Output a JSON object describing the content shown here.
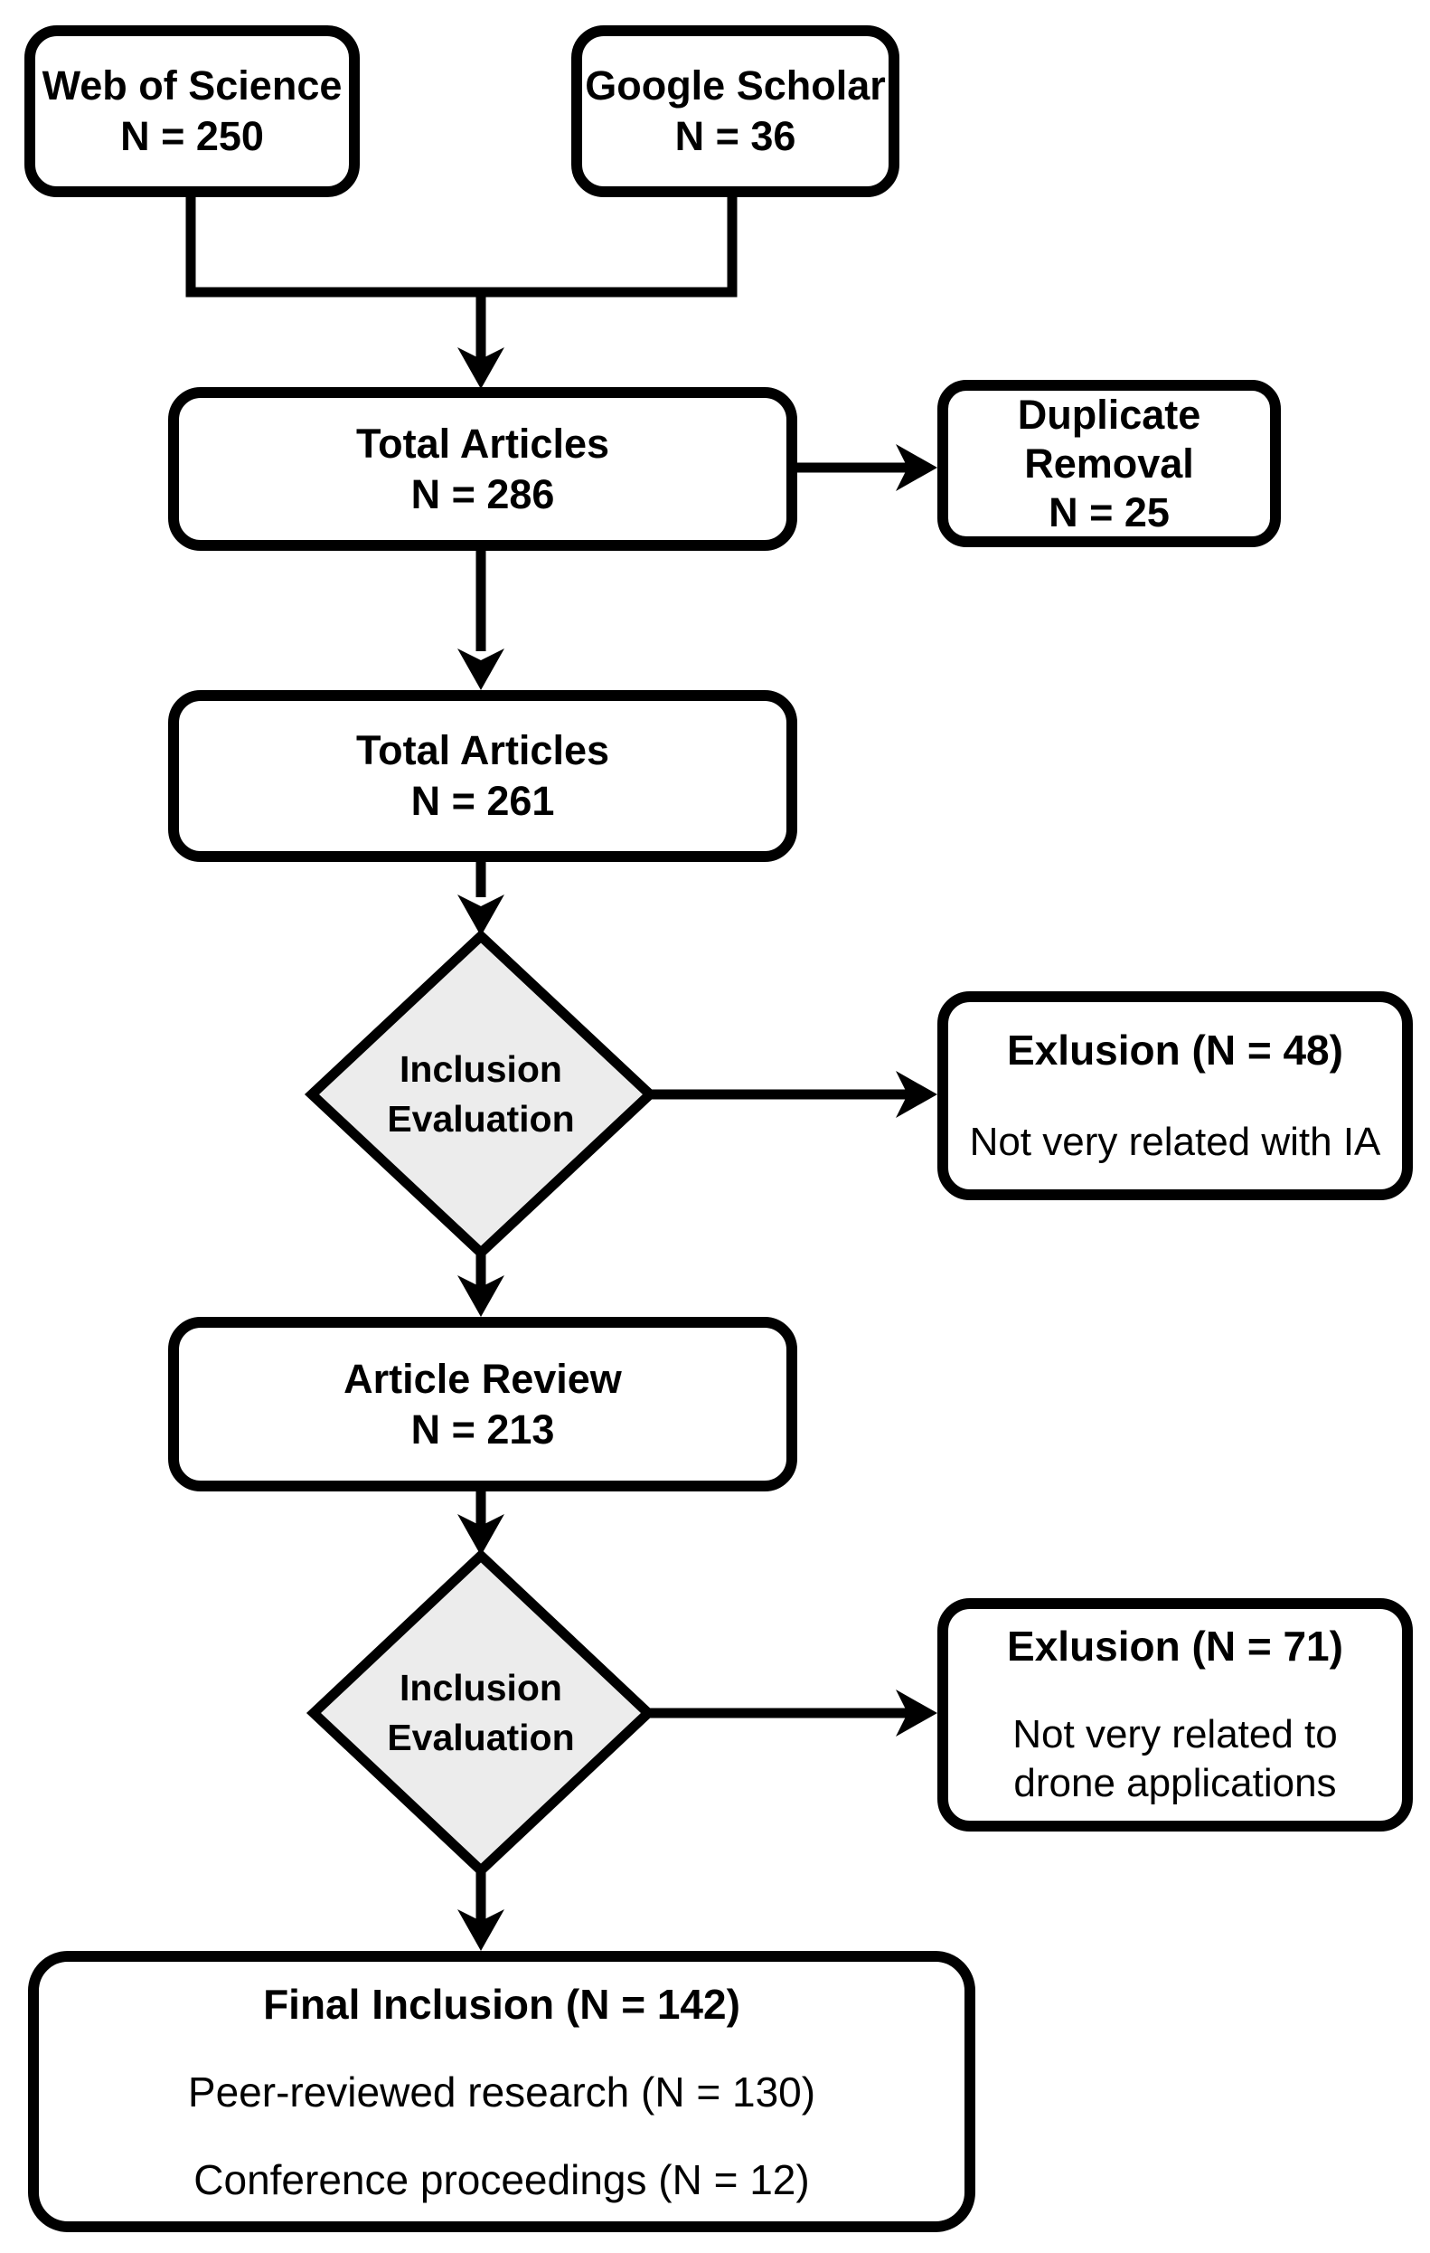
{
  "colors": {
    "background": "#ffffff",
    "stroke": "#000000",
    "diamond_fill": "#ececec",
    "text": "#000000"
  },
  "nodes": {
    "web_of_science": {
      "line1": "Web of Science",
      "line2": "N = 250"
    },
    "google_scholar": {
      "line1": "Google Scholar",
      "line2": "N = 36"
    },
    "total_articles_286": {
      "line1": "Total Articles",
      "line2": "N = 286"
    },
    "duplicate_removal": {
      "line1": "Duplicate Removal",
      "line2": "N = 25"
    },
    "total_articles_261": {
      "line1": "Total Articles",
      "line2": "N = 261"
    },
    "decision_1": {
      "line1": "Inclusion",
      "line2": "Evaluation"
    },
    "exclusion_1": {
      "title": "Exlusion (N = 48)",
      "body": "Not very related with IA"
    },
    "article_review": {
      "line1": "Article Review",
      "line2": "N = 213"
    },
    "decision_2": {
      "line1": "Inclusion",
      "line2": "Evaluation"
    },
    "exclusion_2": {
      "title": "Exlusion (N = 71)",
      "body": "Not very related to drone applications"
    },
    "final_inclusion": {
      "title": "Final Inclusion (N = 142)",
      "body1": "Peer-reviewed research (N = 130)",
      "body2": "Conference proceedings (N = 12)"
    }
  }
}
